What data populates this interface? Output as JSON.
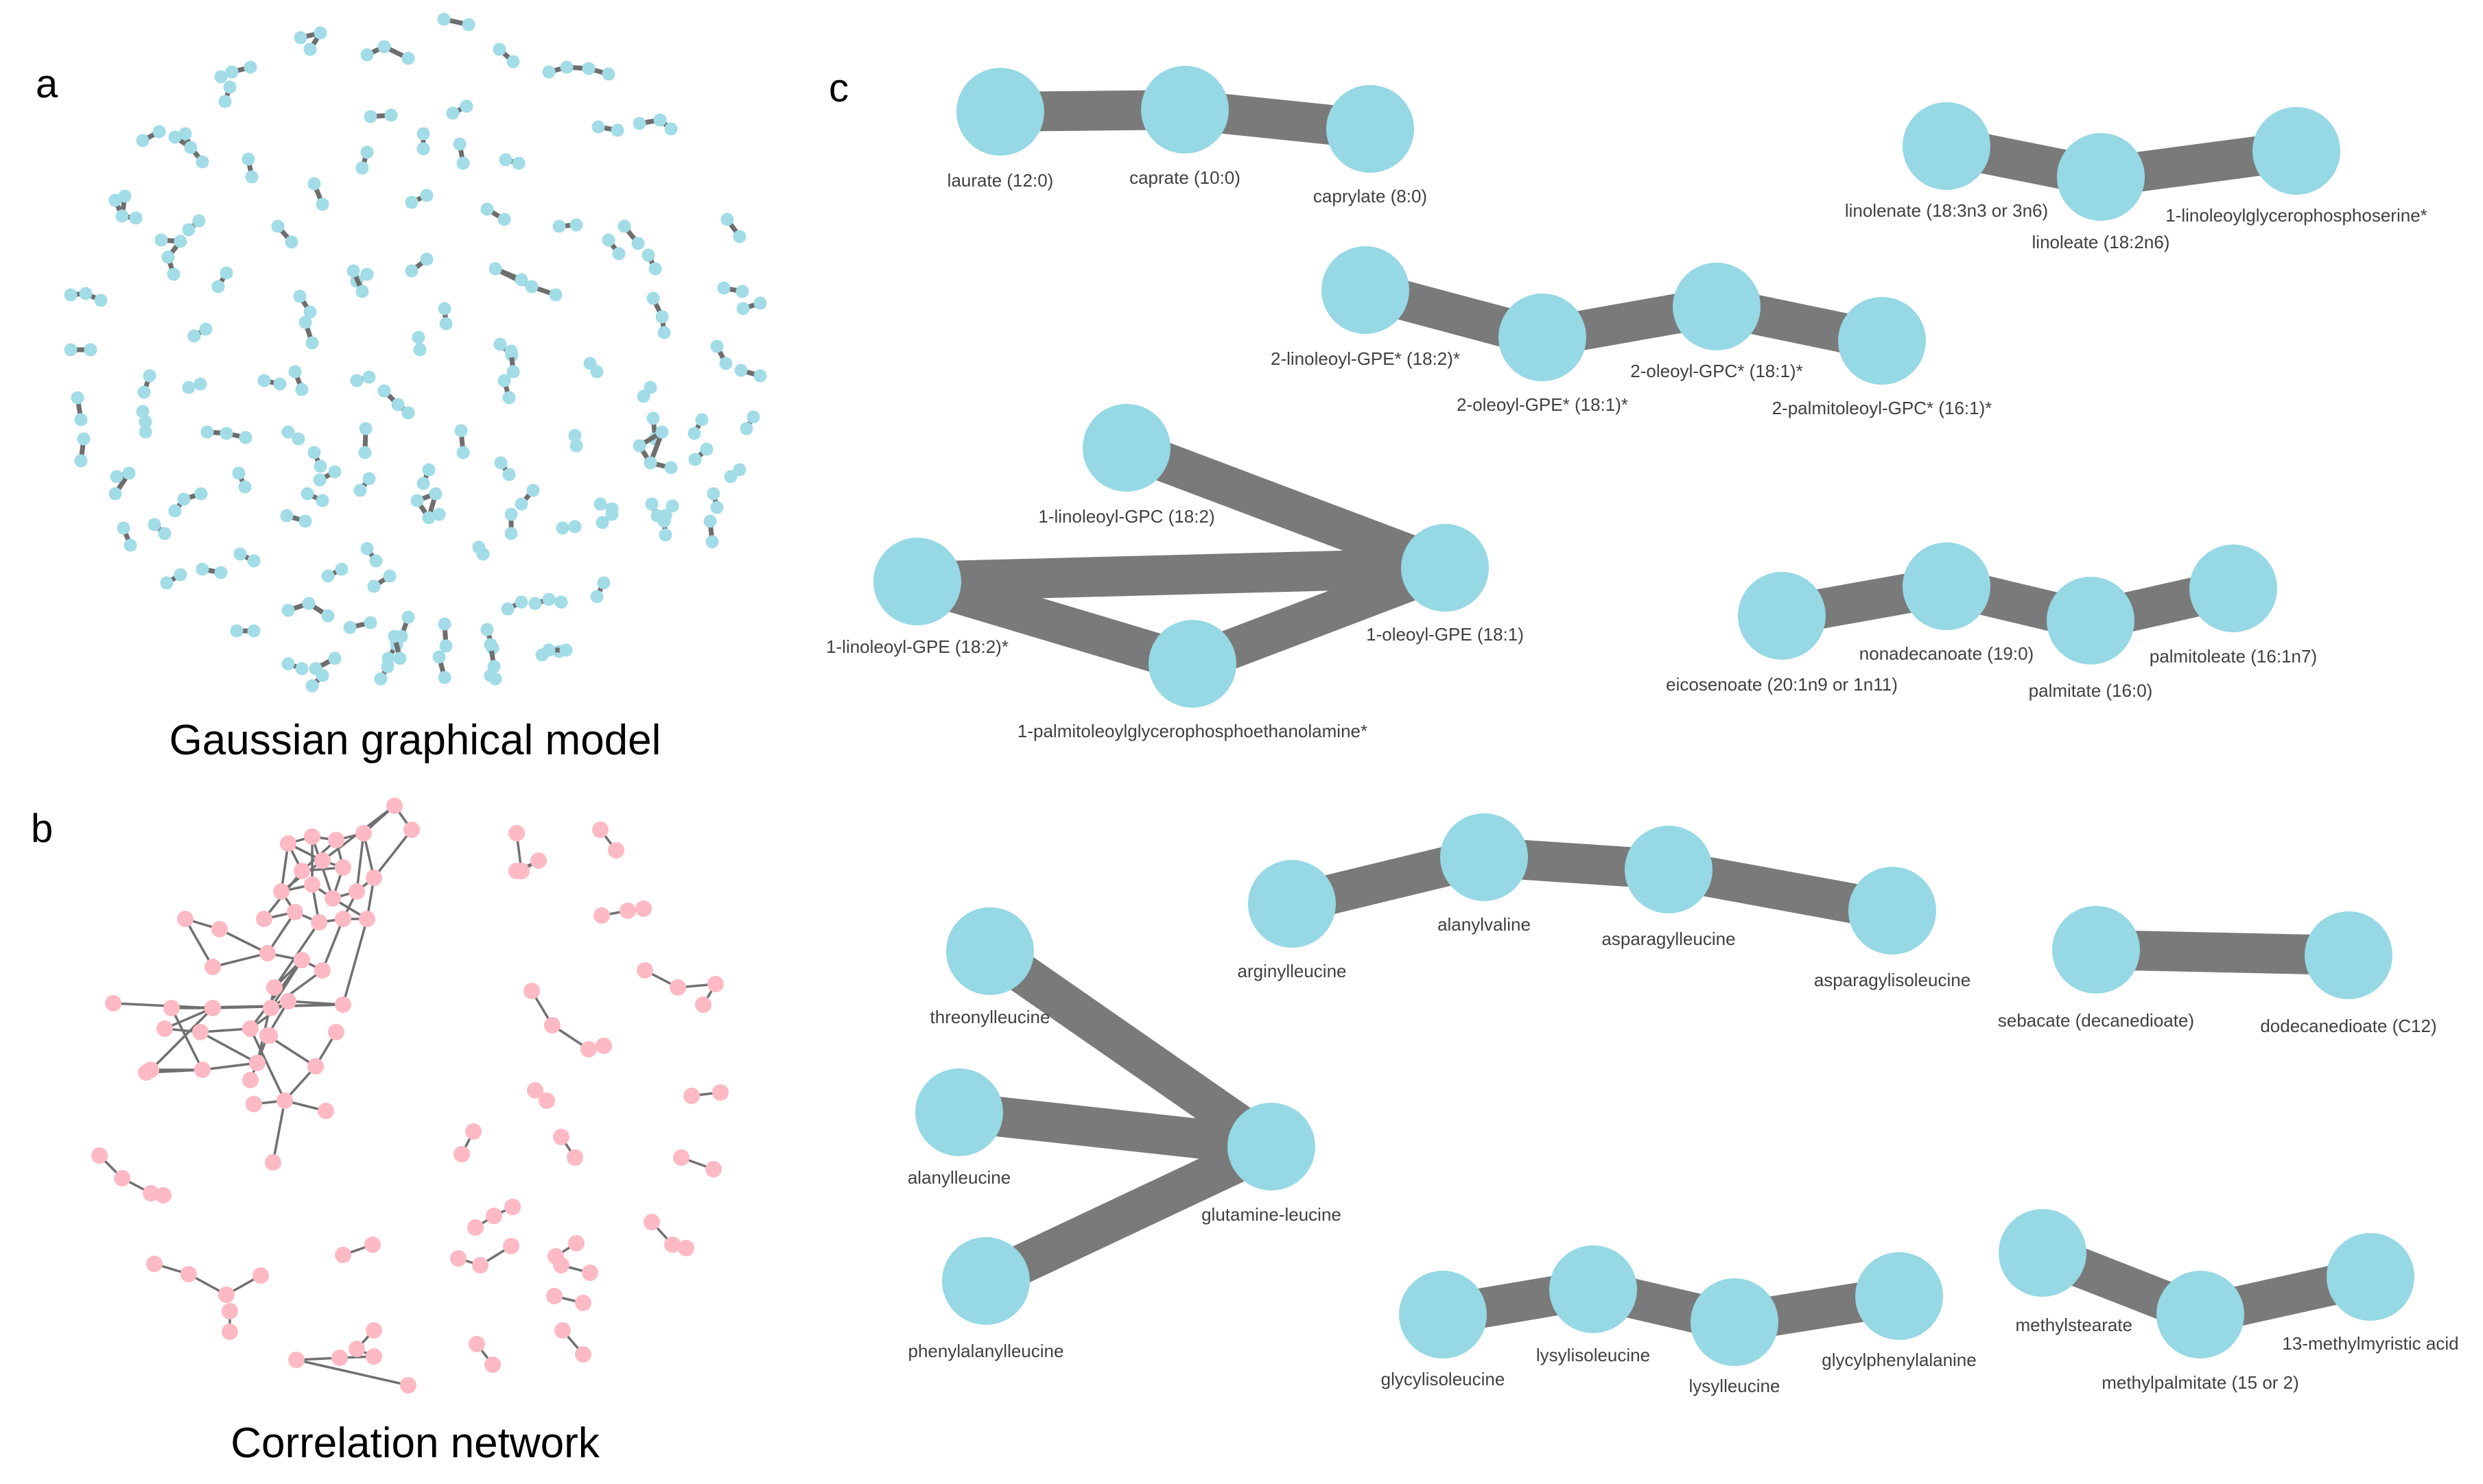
{
  "panels": {
    "a": {
      "letter": "a",
      "caption": "Gaussian graphical model"
    },
    "b": {
      "letter": "b",
      "caption": "Correlation network"
    },
    "c": {
      "letter": "c"
    }
  },
  "colors": {
    "ggm_node": "#a2dce6",
    "ggm_edge": "#6e6e6e",
    "corr_node": "#fdbac4",
    "corr_edge": "#707070",
    "big_node": "#96d8e4",
    "big_edge": "#7a7a7a",
    "label": "#404040"
  },
  "networks": [
    {
      "nodes": [
        "laurate (12:0)",
        "caprate (10:0)",
        "caprylate (8:0)"
      ],
      "edges": [
        [
          "laurate (12:0)",
          "caprate (10:0)"
        ],
        [
          "caprate (10:0)",
          "caprylate (8:0)"
        ]
      ]
    },
    {
      "nodes": [
        "linolenate (18:3n3 or 3n6)",
        "linoleate (18:2n6)",
        "1-linoleoylglycerophosphoserine*"
      ],
      "edges": [
        [
          "linolenate (18:3n3 or 3n6)",
          "linoleate (18:2n6)"
        ],
        [
          "linoleate (18:2n6)",
          "1-linoleoylglycerophosphoserine*"
        ]
      ]
    },
    {
      "nodes": [
        "2-linoleoyl-GPE* (18:2)*",
        "2-oleoyl-GPE* (18:1)*",
        "2-oleoyl-GPC* (18:1)*",
        "2-palmitoleoyl-GPC* (16:1)*"
      ],
      "edges": [
        [
          "2-linoleoyl-GPE* (18:2)*",
          "2-oleoyl-GPE* (18:1)*"
        ],
        [
          "2-oleoyl-GPE* (18:1)*",
          "2-oleoyl-GPC* (18:1)*"
        ],
        [
          "2-oleoyl-GPC* (18:1)*",
          "2-palmitoleoyl-GPC* (16:1)*"
        ]
      ]
    },
    {
      "nodes": [
        "1-linoleoyl-GPC (18:2)",
        "1-linoleoyl-GPE (18:2)*",
        "1-palmitoleoylglycerophosphoethanolamine*",
        "1-oleoyl-GPE (18:1)"
      ],
      "edges": [
        [
          "1-linoleoyl-GPC (18:2)",
          "1-oleoyl-GPE (18:1)"
        ],
        [
          "1-linoleoyl-GPE (18:2)*",
          "1-oleoyl-GPE (18:1)"
        ],
        [
          "1-linoleoyl-GPE (18:2)*",
          "1-palmitoleoylglycerophosphoethanolamine*"
        ],
        [
          "1-palmitoleoylglycerophosphoethanolamine*",
          "1-oleoyl-GPE (18:1)"
        ]
      ]
    },
    {
      "nodes": [
        "eicosenoate (20:1n9 or 1n11)",
        "nonadecanoate (19:0)",
        "palmitate (16:0)",
        "palmitoleate (16:1n7)"
      ],
      "edges": [
        [
          "eicosenoate (20:1n9 or 1n11)",
          "nonadecanoate (19:0)"
        ],
        [
          "nonadecanoate (19:0)",
          "palmitate (16:0)"
        ],
        [
          "palmitate (16:0)",
          "palmitoleate (16:1n7)"
        ]
      ]
    },
    {
      "nodes": [
        "arginylleucine",
        "alanylvaline",
        "asparagylleucine",
        "asparagylisoleucine"
      ],
      "edges": [
        [
          "arginylleucine",
          "alanylvaline"
        ],
        [
          "alanylvaline",
          "asparagylleucine"
        ],
        [
          "asparagylleucine",
          "asparagylisoleucine"
        ]
      ]
    },
    {
      "nodes": [
        "sebacate (decanedioate)",
        "dodecanedioate (C12)"
      ],
      "edges": [
        [
          "sebacate (decanedioate)",
          "dodecanedioate (C12)"
        ]
      ]
    },
    {
      "nodes": [
        "threonylleucine",
        "alanylleucine",
        "phenylalanylleucine",
        "glutamine-leucine"
      ],
      "edges": [
        [
          "threonylleucine",
          "glutamine-leucine"
        ],
        [
          "alanylleucine",
          "glutamine-leucine"
        ],
        [
          "phenylalanylleucine",
          "glutamine-leucine"
        ]
      ]
    },
    {
      "nodes": [
        "glycylisoleucine",
        "lysylisoleucine",
        "lysylleucine",
        "glycylphenylalanine"
      ],
      "edges": [
        [
          "glycylisoleucine",
          "lysylisoleucine"
        ],
        [
          "lysylisoleucine",
          "lysylleucine"
        ],
        [
          "lysylleucine",
          "glycylphenylalanine"
        ]
      ]
    },
    {
      "nodes": [
        "methylstearate",
        "methylpalmitate (15 or 2)",
        "13-methylmyristic acid"
      ],
      "edges": [
        [
          "methylstearate",
          "methylpalmitate (15 or 2)"
        ],
        [
          "methylpalmitate (15 or 2)",
          "13-methylmyristic acid"
        ]
      ]
    }
  ]
}
